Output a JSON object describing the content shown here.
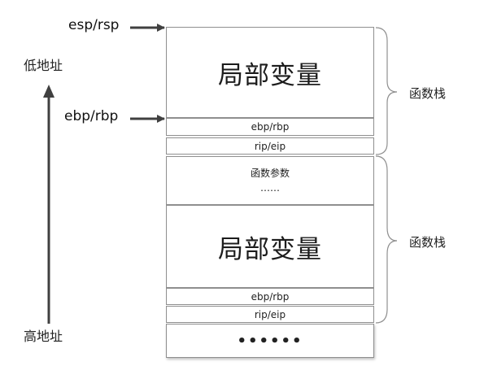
{
  "registers": {
    "top_pointer": "esp/rsp",
    "frame_pointer": "ebp/rbp"
  },
  "address_axis": {
    "low": "低地址",
    "high": "高地址"
  },
  "stack_frames": [
    {
      "brace_label": "函数栈",
      "local_vars": "局部变量",
      "saved_ebp": "ebp/rbp",
      "return_addr": "rip/eip"
    },
    {
      "brace_label": "函数栈",
      "params_title": "函数参数",
      "params_dots": "……",
      "local_vars": "局部变量",
      "saved_ebp": "ebp/rbp",
      "return_addr": "rip/eip"
    }
  ],
  "bottom_ellipsis": "••••••",
  "colors": {
    "border": "#8f8f8f",
    "arrow": "#404040",
    "brace": "#8f8f8f"
  }
}
